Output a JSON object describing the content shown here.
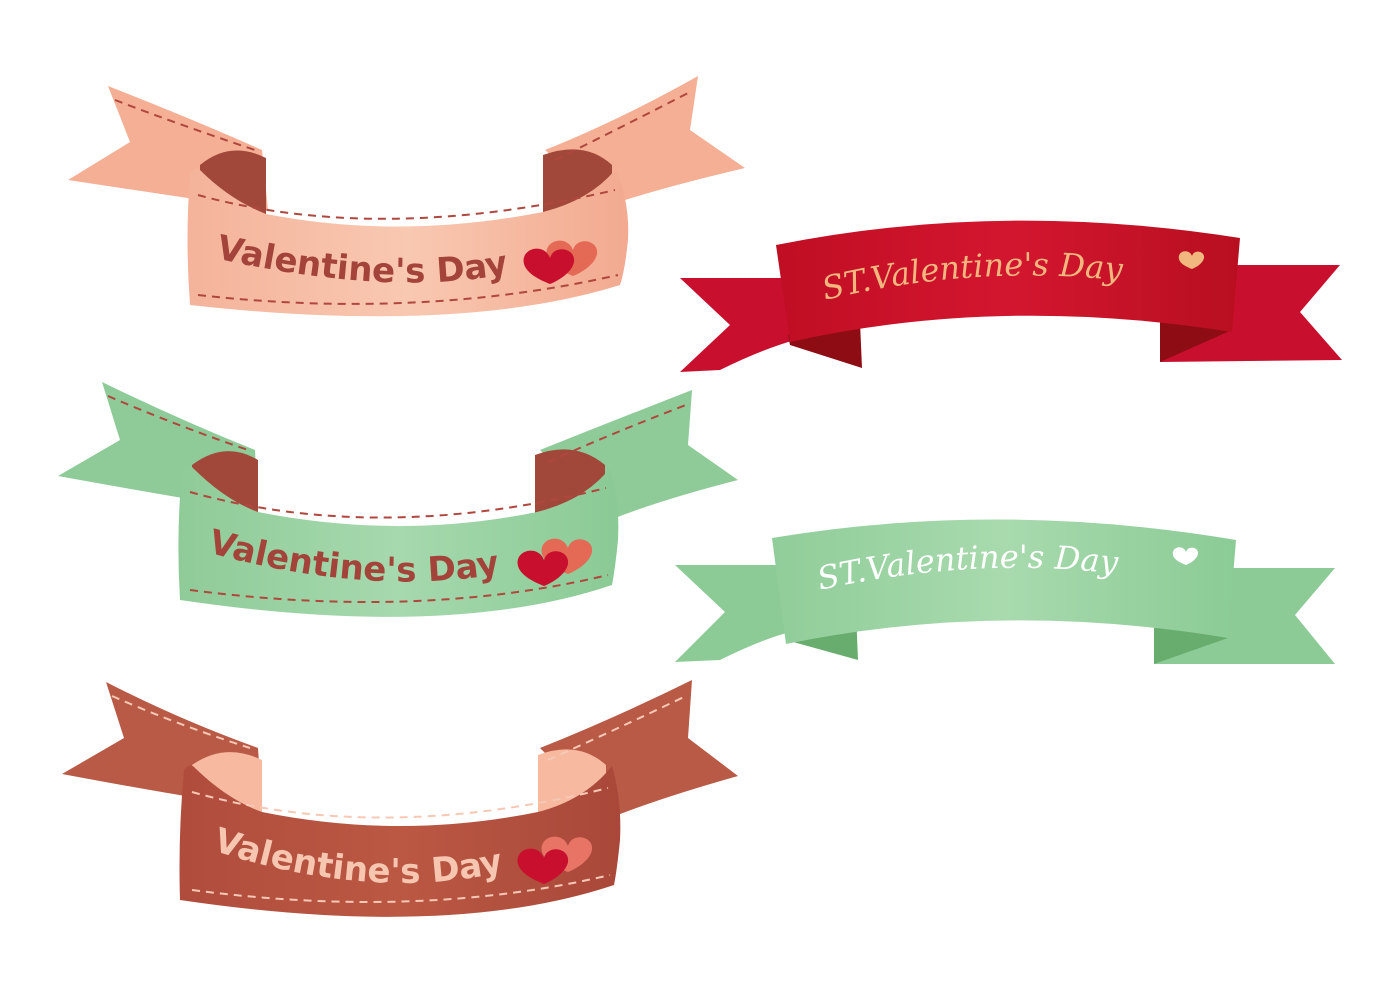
{
  "banners": [
    {
      "id": "peach",
      "text": "Valentine's Day",
      "colors": {
        "face": "#F7BFA6",
        "face_dark": "#F0A487",
        "tail": "#F4AE93",
        "fold": "#A2483A",
        "stitch": "#B0473E",
        "text": "#A3433A",
        "heart_front": "#C8102E",
        "heart_back": "#E46A55"
      }
    },
    {
      "id": "green",
      "text": "Valentine's Day",
      "colors": {
        "face": "#9BD3A4",
        "face_dark": "#86C793",
        "tail": "#8FCB98",
        "fold": "#A2483A",
        "stitch": "#B0473E",
        "text": "#A3433A",
        "heart_front": "#C8102E",
        "heart_back": "#E46A55"
      }
    },
    {
      "id": "brown",
      "text": "Valentine's Day",
      "colors": {
        "face": "#B5503E",
        "face_dark": "#A1463A",
        "tail": "#B85A45",
        "fold": "#F7B9A0",
        "stitch": "#F7C8B4",
        "text": "#F7C6B0",
        "heart_front": "#C8102E",
        "heart_back": "#E77464"
      }
    },
    {
      "id": "red-flat",
      "text": "ST.Valentine's Day",
      "colors": {
        "face": "#C8102E",
        "face_dark": "#B0101F",
        "tail": "#C8102E",
        "fold": "#8E0C14",
        "text": "#F2B77F",
        "heart": "#F2B77F"
      }
    },
    {
      "id": "green-flat",
      "text": "ST.Valentine's Day",
      "colors": {
        "face": "#A2D7A9",
        "face_dark": "#8CCB96",
        "tail": "#8CCB96",
        "fold": "#69AD6E",
        "text": "#FFFFFF",
        "heart": "#FFFFFF"
      }
    }
  ]
}
